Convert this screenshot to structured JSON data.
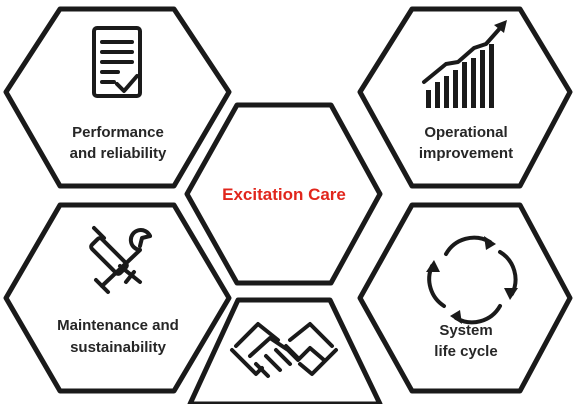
{
  "center": {
    "label": "Excitation Care",
    "color": "#e1261c"
  },
  "hexagons": [
    {
      "line1": "Performance",
      "line2": "and reliability",
      "icon": "checklist-document-icon"
    },
    {
      "line1": "Operational",
      "line2": "improvement",
      "icon": "growth-bar-chart-icon"
    },
    {
      "line1": "Maintenance and",
      "line2": "sustainability",
      "icon": "crossed-tools-icon"
    },
    {
      "line1": "System",
      "line2": "life cycle",
      "icon": "cycle-arrows-icon"
    },
    {
      "line1": "",
      "line2": "",
      "icon": "handshake-icon"
    }
  ]
}
